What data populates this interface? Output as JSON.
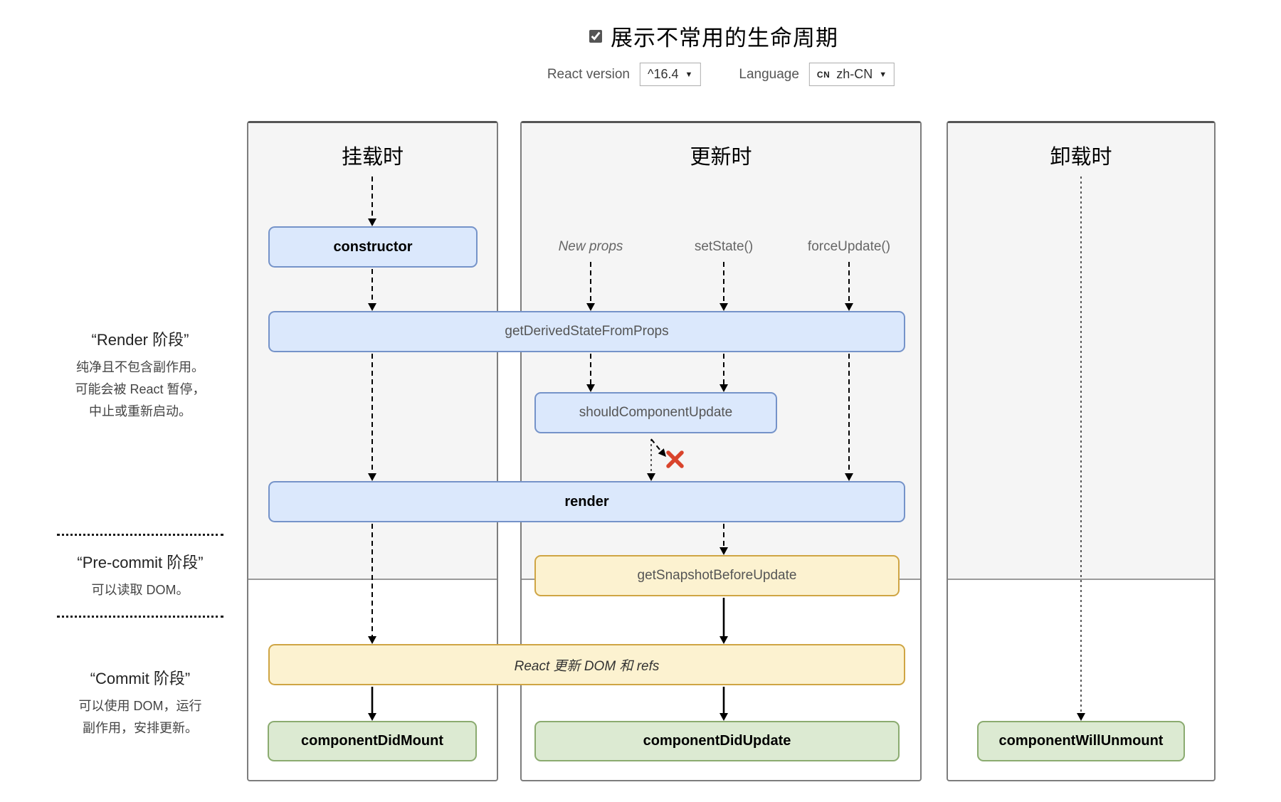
{
  "header": {
    "title": "展示不常用的生命周期",
    "checkbox_checked": true,
    "react_version_label": "React version",
    "react_version_value": "^16.4",
    "language_label": "Language",
    "language_flag": "CN",
    "language_value": "zh-CN"
  },
  "icons": {
    "dropdown_arrow": "▼"
  },
  "columns": [
    {
      "title": "挂载时"
    },
    {
      "title": "更新时"
    },
    {
      "title": "卸载时"
    }
  ],
  "phases": [
    {
      "title": "“Render 阶段”",
      "lines": [
        "纯净且不包含副作用。",
        "可能会被 React 暂停，",
        "中止或重新启动。"
      ]
    },
    {
      "title": "“Pre-commit 阶段”",
      "lines": [
        "可以读取 DOM。"
      ]
    },
    {
      "title": "“Commit 阶段”",
      "lines": [
        "可以使用 DOM，运行",
        "副作用，安排更新。"
      ]
    }
  ],
  "update_triggers": [
    "New props",
    "setState()",
    "forceUpdate()"
  ],
  "nodes": {
    "constructor": "constructor",
    "getDerivedStateFromProps": "getDerivedStateFromProps",
    "shouldComponentUpdate": "shouldComponentUpdate",
    "render": "render",
    "getSnapshotBeforeUpdate": "getSnapshotBeforeUpdate",
    "reactUpdates": "React 更新 DOM 和 refs",
    "componentDidMount": "componentDidMount",
    "componentDidUpdate": "componentDidUpdate",
    "componentWillUnmount": "componentWillUnmount"
  },
  "colors": {
    "blue_fill": "#dbe8fc",
    "blue_border": "#7593c9",
    "yellow_fill": "#fcf2d0",
    "yellow_border": "#cfa544",
    "green_fill": "#dcead2",
    "green_border": "#8bab70",
    "abort_x": "#d9442c",
    "column_bg": "#f5f5f5"
  }
}
